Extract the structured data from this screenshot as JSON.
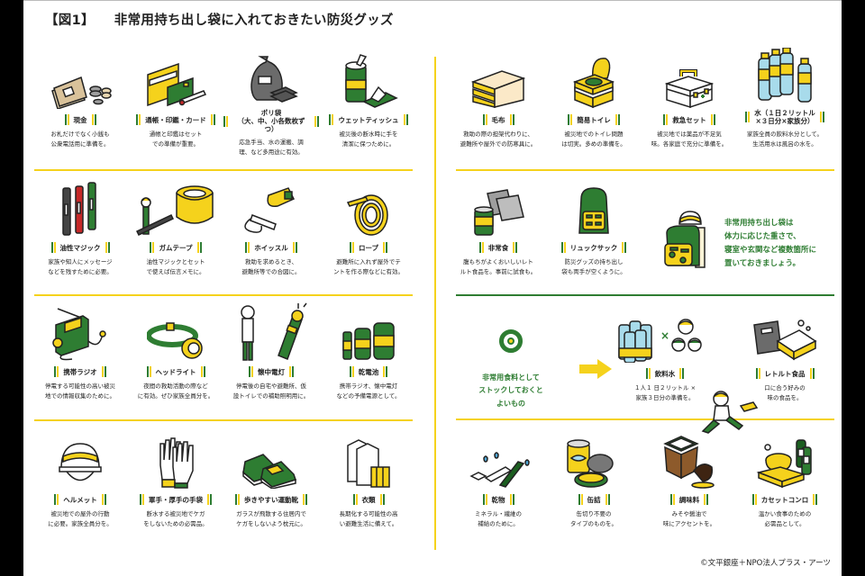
{
  "header": {
    "figure_label": "【図1】",
    "title": "非常用持ち出し袋に入れておきたい防災グッズ"
  },
  "colors": {
    "green": "#2e7d32",
    "yellow": "#f5d21c",
    "text": "#222222"
  },
  "left": {
    "rows": [
      [
        {
          "icon": "cash-icon",
          "label": "現金",
          "desc": "お札だけでなく小銭も\n公衆電話用に準備を。"
        },
        {
          "icon": "bankbook-card-icon",
          "label": "通帳・印鑑・カード",
          "desc": "通帳と印鑑はセット\nでの準備が重要。"
        },
        {
          "icon": "plastic-bag-icon",
          "label": "ポリ袋\n（大、中、小各数枚ずつ）",
          "desc": "応急手当、水の運搬、調\n理、など多用途に有効。"
        },
        {
          "icon": "wet-tissue-icon",
          "label": "ウェットティッシュ",
          "desc": "被災後の断水時に手を\n清潔に保つために。"
        }
      ],
      [
        {
          "icon": "marker-icon",
          "label": "油性マジック",
          "desc": "家族や知人にメッセージ\nなどを残すために必要。"
        },
        {
          "icon": "duct-tape-icon",
          "label": "ガムテープ",
          "desc": "油性マジックとセット\nで使えば伝言メモに。"
        },
        {
          "icon": "whistle-icon",
          "label": "ホイッスル",
          "desc": "救助を求めるとき、\n避難所等での合図に。"
        },
        {
          "icon": "rope-icon",
          "label": "ロープ",
          "desc": "避難所に入れず屋外でテ\nントを作る際などに有効。"
        }
      ],
      [
        {
          "icon": "radio-icon",
          "label": "携帯ラジオ",
          "desc": "停電する可能性の高い被災\n地での情報収集のために。"
        },
        {
          "icon": "headlight-icon",
          "label": "ヘッドライト",
          "desc": "夜間の救助活動の際など\nに有効。ぜひ家族全員分を。"
        },
        {
          "icon": "flashlight-icon",
          "label": "懐中電灯",
          "desc": "停電後の自宅や避難所、仮\n設トイレでの補助照明用に。"
        },
        {
          "icon": "battery-icon",
          "label": "乾電池",
          "desc": "携帯ラジオ、懐中電灯\nなどの予備電源として。"
        }
      ],
      [
        {
          "icon": "helmet-icon",
          "label": "ヘルメット",
          "desc": "被災地での屋外の行動\nに必要。家族全員分を。"
        },
        {
          "icon": "gloves-icon",
          "label": "軍手・厚手の手袋",
          "desc": "断水する被災地でケガ\nをしないための必需品。"
        },
        {
          "icon": "sneakers-icon",
          "label": "歩きやすい運動靴",
          "desc": "ガラスが飛散する住居内で\nケガをしないよう枕元に。"
        },
        {
          "icon": "clothes-icon",
          "label": "衣類",
          "desc": "長期化する可能性の高\nい避難生活に備えて。"
        }
      ]
    ]
  },
  "right": {
    "row1": [
      {
        "icon": "blanket-icon",
        "label": "毛布",
        "desc": "救助の際の担架代わりに、\n避難所や屋外での防寒具に。"
      },
      {
        "icon": "portable-toilet-icon",
        "label": "簡易トイレ",
        "desc": "被災地でのトイレ問題\nは切実。多めの準備を。"
      },
      {
        "icon": "first-aid-kit-icon",
        "label": "救急セット",
        "desc": "被災地では薬品が不足気\n味。各家庭で充分に準備を。"
      },
      {
        "icon": "water-bottles-icon",
        "label": "水（１日２リットル\n×３日分×家族分）",
        "desc": "家族全員の飲料水分として。\n生活用水は風呂の水を。"
      }
    ],
    "row2": [
      {
        "icon": "emergency-food-icon",
        "label": "非常食",
        "desc": "腹もちがよくおいしいレト\nルト食品を。事前に試食も。"
      },
      {
        "icon": "backpack-icon",
        "label": "リュックサック",
        "desc": "防災グッズの持ち出し\n袋も両手が空くように。"
      }
    ],
    "backpack_note": "非常用持ち出し袋は\n体力に応じた重さで、\n寝室や玄関など複数箇所に\n置いておきましょう。",
    "stock_heading": "非常用食料として\nストックしておくと\nよいもの",
    "stock_items": [
      {
        "icon": "drinking-water-icon",
        "label": "飲料水",
        "desc": "１人１ 日２リットル ×\n家族３日分の準備を。"
      },
      {
        "icon": "retort-food-icon",
        "label": "レトルト食品",
        "desc": "口に合う好みの\n味の食品を。"
      }
    ],
    "row4": [
      {
        "icon": "dried-food-icon",
        "label": "乾物",
        "desc": "ミネラル・繊維の\n補給のために。"
      },
      {
        "icon": "canned-food-icon",
        "label": "缶詰",
        "desc": "缶切り不要の\nタイプのものを。"
      },
      {
        "icon": "seasoning-icon",
        "label": "調味料",
        "desc": "みそや醤油で\n味にアクセントを。"
      },
      {
        "icon": "gas-stove-icon",
        "label": "カセットコンロ",
        "desc": "温かい食事のための\n必需品として。"
      }
    ]
  },
  "footer": {
    "credit": "©文平銀座＋NPO法人プラス・アーツ"
  }
}
